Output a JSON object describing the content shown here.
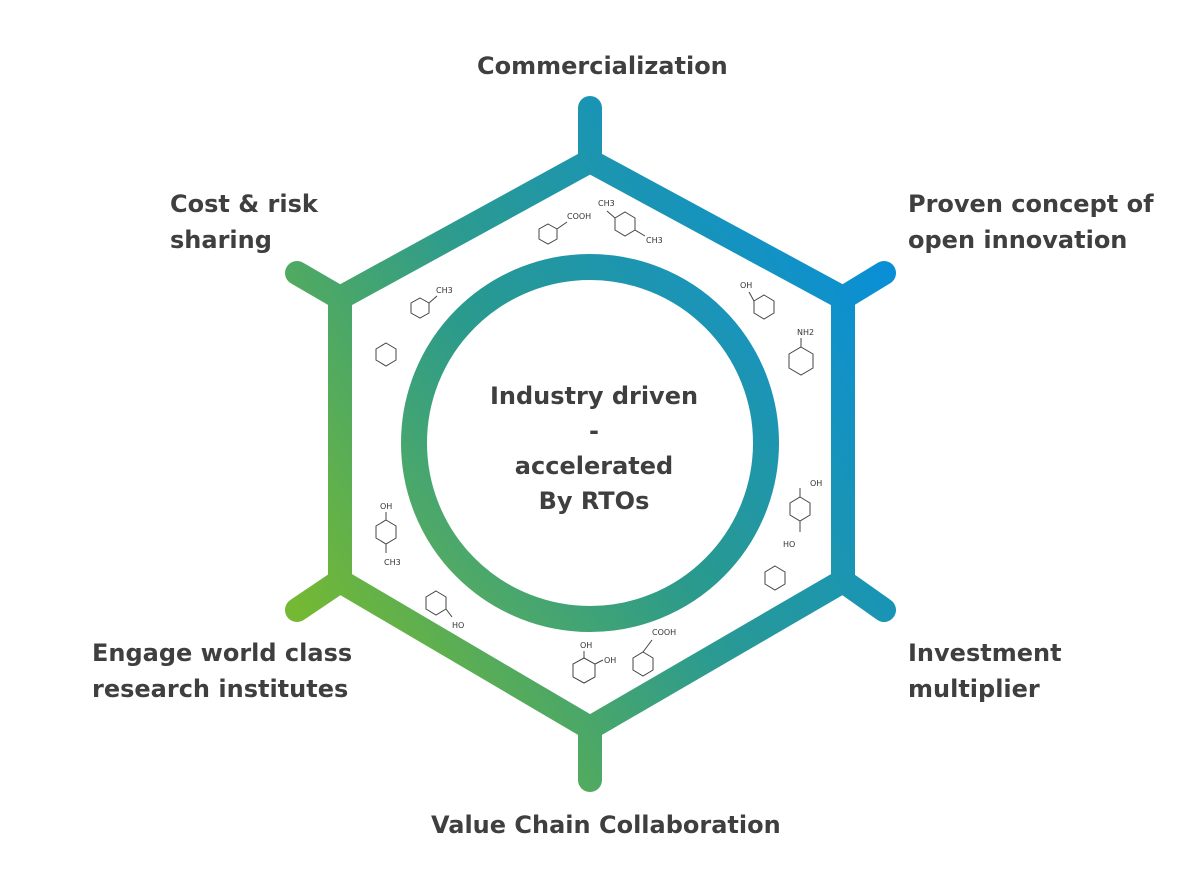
{
  "labels": {
    "top": "Commercialization",
    "top_right": [
      "Proven concept of",
      "open innovation"
    ],
    "bottom_right": [
      "Investment",
      "multiplier"
    ],
    "bottom": "Value Chain Collaboration",
    "bottom_left": [
      "Engage world class",
      "research institutes"
    ],
    "top_left": [
      "Cost & risk",
      "sharing"
    ]
  },
  "center": {
    "lines": [
      "Industry driven",
      "-",
      "accelerated",
      "By RTOs"
    ]
  },
  "molecules": {
    "cooh": "COOH",
    "ch3": "CH3",
    "oh": "OH",
    "nh2": "NH2",
    "ho": "HO"
  },
  "colors": {
    "text": "#3f3f3f",
    "gradient_blue": "#0a8fd6",
    "gradient_teal": "#2a9a92",
    "gradient_green": "#74b833",
    "molecule_stroke": "#444444"
  }
}
